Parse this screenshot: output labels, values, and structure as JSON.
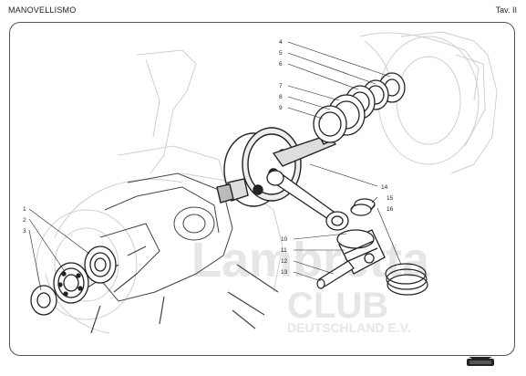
{
  "header": {
    "title": "MANOVELLISMO",
    "plate": "Tav. II"
  },
  "watermark": {
    "line1": "Lambretta",
    "line2": "CLUB",
    "line3": "DEUTSCHLAND E.V."
  },
  "callouts": [
    "1",
    "2",
    "3",
    "4",
    "5",
    "6",
    "7",
    "8",
    "9",
    "10",
    "11",
    "12",
    "13",
    "14",
    "15",
    "16"
  ],
  "colors": {
    "line": "#222222",
    "ghost": "#cfcfcf",
    "watermark": "#e6e6e6",
    "frame": "#555555"
  }
}
